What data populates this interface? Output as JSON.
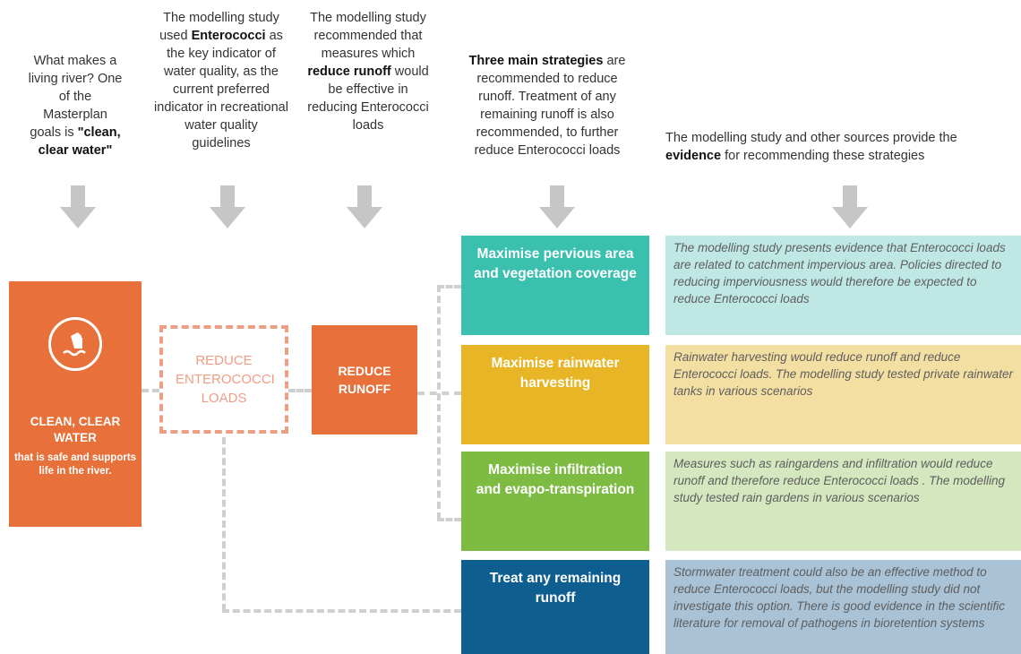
{
  "columns": {
    "col1": {
      "pre": "What makes a living river? One of the Masterplan goals is ",
      "bold": "\"clean, clear water\""
    },
    "col2": {
      "pre": "The modelling study used ",
      "bold": "Enterococci",
      "post": " as the key indicator of water quality, as the current preferred indicator in recreational water quality guidelines"
    },
    "col3": {
      "pre": "The modelling study recommended that measures which ",
      "bold": "reduce runoff",
      "post": " would be effective in reducing Enterococci loads"
    },
    "col4": {
      "bold": "Three main strategies",
      "post": " are recommended to reduce runoff.  Treatment of any remaining runoff is also recommended, to further reduce Enterococci loads"
    },
    "col5": {
      "pre": "The modelling study and other sources provide the ",
      "bold": "evidence",
      "post": " for recommending these strategies"
    }
  },
  "goal": {
    "icon": "clean-water-icon",
    "title": "CLEAN, CLEAR WATER",
    "subtitle": "that is safe and supports life in the river."
  },
  "reduce_enterococci": "REDUCE ENTEROCOCCI LOADS",
  "reduce_runoff": "REDUCE RUNOFF",
  "strategies": [
    {
      "label": "Maximise pervious area and vegetation coverage",
      "color": "#3bbfaf",
      "evidence": "The modelling study presents evidence that Enterococci loads are related to catchment impervious area. Policies directed to reducing imperviousness would therefore be expected to reduce Enterococci loads",
      "evidence_color": "#bfe8e4"
    },
    {
      "label": "Maximise rainwater harvesting",
      "color": "#e7b526",
      "evidence": "Rainwater harvesting would reduce runoff and reduce Enterococci loads.  The modelling study tested private rainwater tanks in various scenarios",
      "evidence_color": "#f4dfa3"
    },
    {
      "label": "Maximise infiltration and evapo-transpiration",
      "color": "#7dbb43",
      "evidence": "Measures such as raingardens and infiltration would reduce runoff and therefore reduce Enterococci loads . The modelling study tested rain gardens in various scenarios",
      "evidence_color": "#d4e7bf"
    },
    {
      "label": "Treat any remaining runoff",
      "color": "#0e5e8f",
      "evidence": "Stormwater treatment could also be an effective method to reduce Enterococci loads, but the modelling study did not investigate this option.  There is good evidence in the scientific literature for removal of pathogens in bioretention systems",
      "evidence_color": "#a9c2d6"
    }
  ],
  "colors": {
    "orange": "#e8703a",
    "orange_light": "#ee9e84",
    "arrow": "#c6c6c6",
    "connector": "#cfcfcf"
  }
}
